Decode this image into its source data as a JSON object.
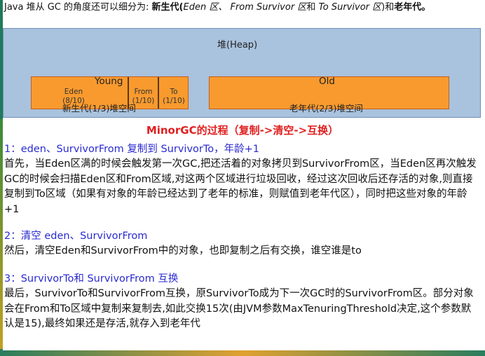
{
  "intro": {
    "prefix": "Java 堆从 GC 的角度还可以细分为: ",
    "bold1": "新生代",
    "paren_open": "(",
    "eden": "Eden 区、 From Survivor 区",
    "and": "和 ",
    "to": "To Survivor 区",
    "close": ")和",
    "bold2": "老年代。"
  },
  "heap": {
    "title": "堆(Heap)",
    "young": "Young",
    "eden": "Eden",
    "eden_ratio": "(8/10)",
    "from": "From",
    "from_ratio": "(1/10)",
    "to": "To",
    "to_ratio": "(1/10)",
    "old": "Old",
    "young_caption": "新生代(1/3)堆空间",
    "old_caption": "老年代(2/3)堆空间"
  },
  "title": "MinorGC的过程（复制->清空->互换）",
  "s1": {
    "heading": "1：eden、SurvivorFrom 复制到 SurvivorTo，年龄+1",
    "body": "首先，当Eden区满的时候会触发第一次GC,把还活着的对象拷贝到SurvivorFrom区，当Eden区再次触发GC的时候会扫描Eden区和From区域,对这两个区域进行垃圾回收，经过这次回收后还存活的对象,则直接复制到To区域（如果有对象的年龄已经达到了老年的标准，则赋值到老年代区），同时把这些对象的年龄+1"
  },
  "s2": {
    "heading": "2：清空 eden、SurvivorFrom",
    "body": "然后，清空Eden和SurvivorFrom中的对象，也即复制之后有交换，谁空谁是to"
  },
  "s3": {
    "heading": "3：SurvivorTo和 SurvivorFrom 互换",
    "body": "最后，SurvivorTo和SurvivorFrom互换，原SurvivorTo成为下一次GC时的SurvivorFrom区。部分对象会在From和To区域中复制来复制去,如此交换15次(由JVM参数MaxTenuringThreshold决定,这个参数默认是15),最终如果还是存活,就存入到老年代"
  }
}
